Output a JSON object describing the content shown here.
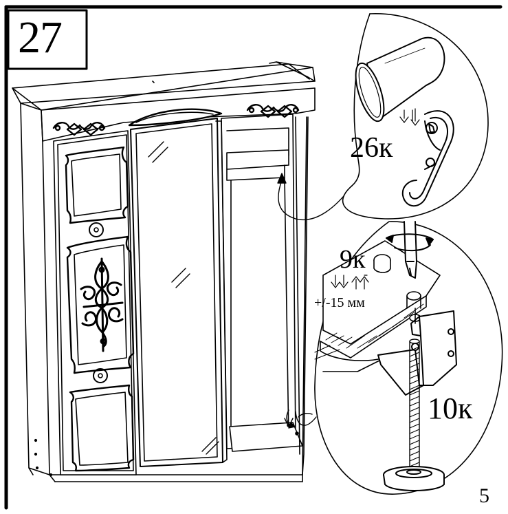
{
  "step": {
    "number": "27"
  },
  "callouts": {
    "hanger_part": "26к",
    "cap_part": "9к",
    "adjust_range": "+/-15 мм",
    "leveler_part": "10к"
  },
  "footer": {
    "page_number": "5"
  },
  "colors": {
    "ink": "#000000",
    "paper": "#ffffff"
  }
}
